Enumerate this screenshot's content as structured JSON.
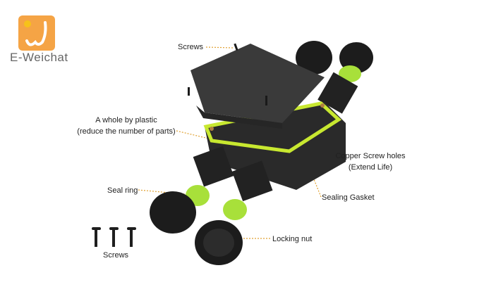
{
  "logo": {
    "text": "E-Weichat",
    "color": "#f5a445"
  },
  "labels": {
    "screws_top": "Screws",
    "plastic_line1": "A whole by plastic",
    "plastic_line2": "(reduce the number of parts)",
    "seal_ring": "Seal ring",
    "copper_line1": "Copper Screw holes",
    "copper_line2": "(Extend Life)",
    "sealing_gasket": "Sealing Gasket",
    "locking_nut": "Locking nut",
    "screws_bottom": "Screws"
  },
  "colors": {
    "accent_green": "#a8e03a",
    "body": "#2a2a2a",
    "leader": "#e0a030"
  }
}
